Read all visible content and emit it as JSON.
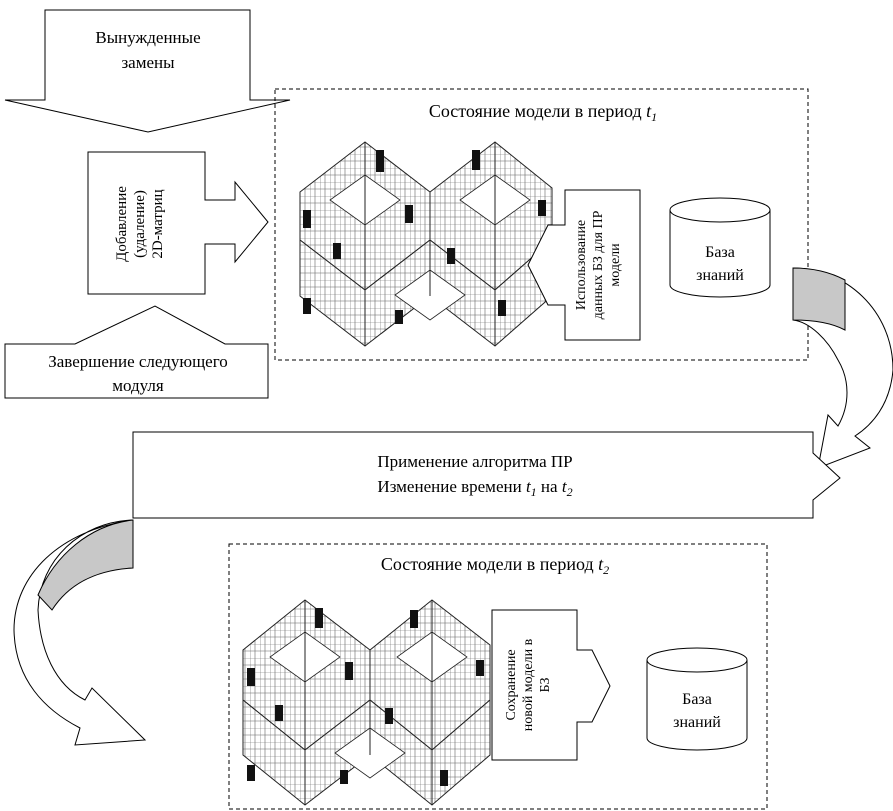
{
  "diagram": {
    "forced_replacements": {
      "line1": "Вынужденные",
      "line2": "замены"
    },
    "add_remove": {
      "line1": "Добавление",
      "line2": "(удаление)",
      "line3": "2D-матриц"
    },
    "module_completion": {
      "line1": "Завершение следующего",
      "line2": "модуля"
    },
    "state_t1": {
      "prefix": "Состояние модели в период ",
      "var": "t",
      "sub": "1"
    },
    "use_kb": {
      "line1": "Использование",
      "line2": "данных БЗ для ПР",
      "line3": "модели"
    },
    "kb_top": {
      "line1": "База",
      "line2": "знаний"
    },
    "algorithm": {
      "line1": "Применение алгоритма ПР",
      "line2_prefix": "Изменение времени  ",
      "t1_var": "t",
      "t1_sub": "1",
      "mid": " на ",
      "t2_var": "t",
      "t2_sub": "2"
    },
    "state_t2": {
      "prefix": "Состояние модели в период ",
      "var": "t",
      "sub": "2"
    },
    "save_model": {
      "line1": "Сохранение",
      "line2": "новой модели в",
      "line3": "БЗ"
    },
    "kb_bottom": {
      "line1": "База",
      "line2": "знаний"
    }
  }
}
